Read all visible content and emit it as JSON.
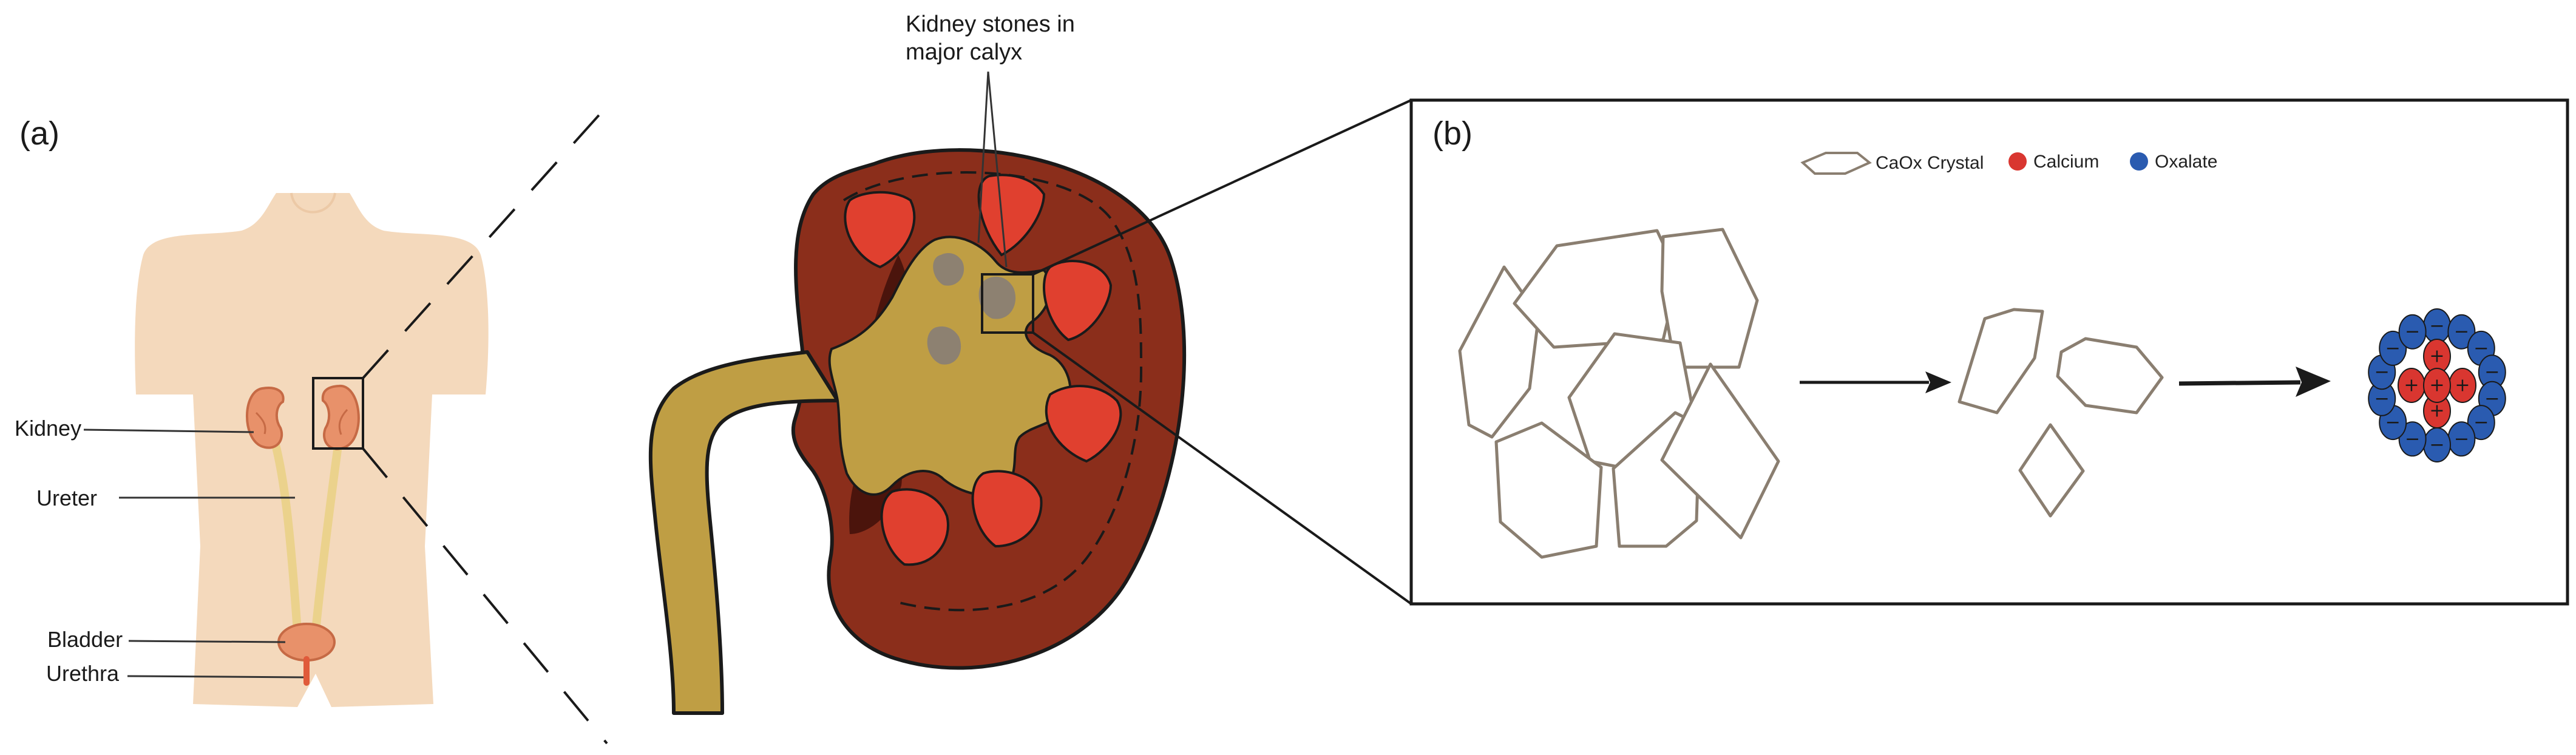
{
  "panels": {
    "a": "(a)",
    "b": "(b)"
  },
  "body_labels": {
    "kidney": "Kidney",
    "ureter": "Ureter",
    "bladder": "Bladder",
    "urethra": "Urethra"
  },
  "kidney_callout": {
    "line1": "Kidney stones in",
    "line2": "major calyx"
  },
  "legend": {
    "crystal": "CaOx Crystal",
    "calcium": "Calcium",
    "oxalate": "Oxalate"
  },
  "ion_signs": {
    "calcium": "+",
    "oxalate": "−"
  },
  "colors": {
    "skin": "#f4d9bc",
    "organ": "#e8916a",
    "cortex": "#8b2e1b",
    "medulla": "#e0402f",
    "pelvis": "#bf9e44",
    "stone": "#8d8171",
    "crystal_stroke": "#8a7e70",
    "calcium": "#d93630",
    "oxalate": "#2a5bb0"
  }
}
